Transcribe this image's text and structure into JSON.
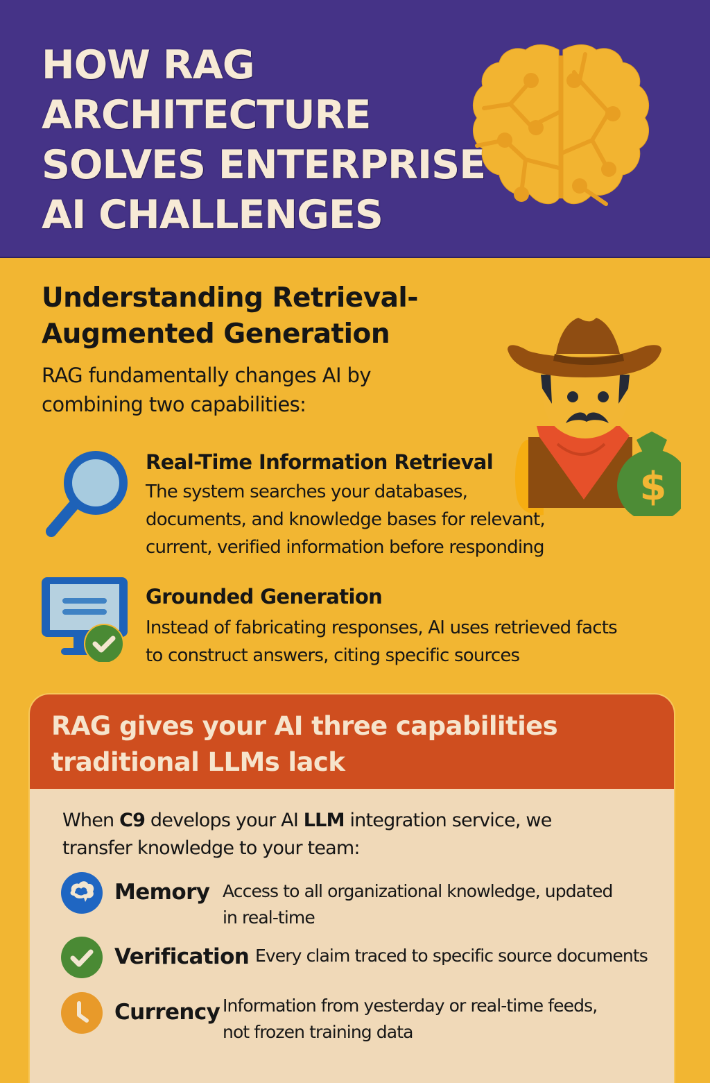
{
  "header": {
    "title_lines": [
      "HOW RAG",
      "ARCHITECTURE",
      "SOLVES ENTERPRISE",
      "AI CHALLENGES"
    ],
    "illustration": "brain-circuit-icon",
    "background": "#453387",
    "title_color": "#f7ead6"
  },
  "section1": {
    "title": "Understanding Retrieval-Augmented Generation",
    "intro": "RAG fundamentally changes AI by combining two capabilities:",
    "illustration": "cowboy-with-money-bag-icon",
    "background": "#f2b632",
    "features": [
      {
        "icon": "magnifying-glass-icon",
        "title": "Real-Time Information Retrieval",
        "desc_lines": [
          "The system searches your databases,",
          "documents, and knowledge bases for relevant,",
          "current, verified information before responding"
        ]
      },
      {
        "icon": "monitor-check-icon",
        "title": "Grounded Generation",
        "desc_lines": [
          "Instead of fabricating responses, AI uses retrieved facts",
          "to construct answers, citing specific sources"
        ]
      }
    ]
  },
  "card": {
    "title_lines": [
      "RAG gives your AI three capabilities",
      "traditional LLMs lack"
    ],
    "header_color": "#cf4e1f",
    "body_color": "#f0d9b8",
    "intro_parts": {
      "p1": "When ",
      "brand": "C9",
      "p2": " develops your AI ",
      "llm": "LLM",
      "p3": " integration service, we",
      "line2": "transfer knowledge to your team:"
    },
    "capabilities": [
      {
        "icon": "brain-speech-bubble-icon",
        "icon_color": "#1f66c2",
        "name": "Memory",
        "desc_lines": [
          "Access to all organizational knowledge, updated",
          "in real-time"
        ]
      },
      {
        "icon": "checkmark-icon",
        "icon_color": "#4a8a34",
        "name": "Verification",
        "desc_lines": [
          "Every claim traced to specific source documents"
        ]
      },
      {
        "icon": "clock-icon",
        "icon_color": "#e89a2a",
        "name": "Currency",
        "desc_lines": [
          "Information from yesterday or real-time  feeds,",
          "not frozen training data"
        ]
      }
    ]
  }
}
